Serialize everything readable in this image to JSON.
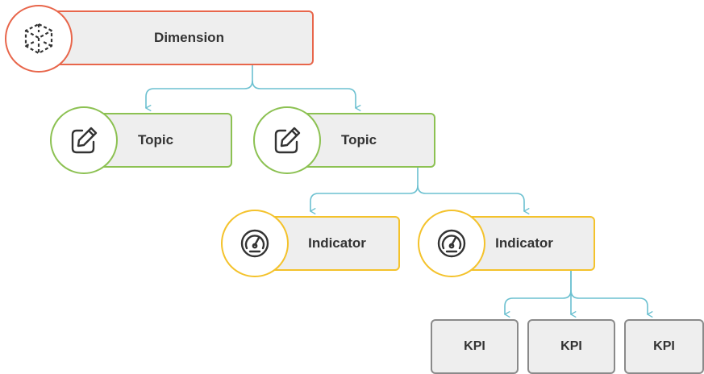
{
  "colors": {
    "dimension": "#E8664B",
    "topic": "#8CC152",
    "indicator": "#F4C22B",
    "kpi": "#8A8A8A",
    "connector": "#6BC0D0",
    "card_fill": "#EEEEEE",
    "text": "#333333"
  },
  "dimension": {
    "label": "Dimension",
    "icon": "cube-icon"
  },
  "topics": [
    {
      "label": "Topic",
      "icon": "edit-pencil-icon"
    },
    {
      "label": "Topic",
      "icon": "edit-pencil-icon"
    }
  ],
  "indicators": [
    {
      "label": "Indicator",
      "icon": "gauge-icon"
    },
    {
      "label": "Indicator",
      "icon": "gauge-icon"
    }
  ],
  "kpis": [
    {
      "label": "KPI"
    },
    {
      "label": "KPI"
    },
    {
      "label": "KPI"
    }
  ]
}
